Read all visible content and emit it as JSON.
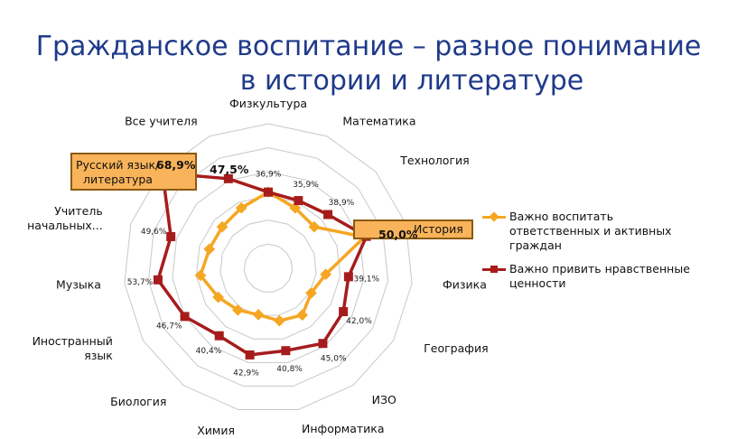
{
  "slide": {
    "title_line1": "Гражданское воспитание – разное понимание",
    "title_line2": "в истории и литературе"
  },
  "colors": {
    "title": "#1f3a8a",
    "series_orange": "#f5a623",
    "series_red": "#a61c1c",
    "grid": "#c8c8c8",
    "highlight_fill": "#f9b35a",
    "highlight_border": "#8a5a12"
  },
  "chart_data": {
    "type": "radar",
    "title": "",
    "grid": true,
    "legend_position": "right",
    "categories": [
      "Физкультура",
      "Математика",
      "Технология",
      "История",
      "Физика",
      "География",
      "ИЗО",
      "Информатика",
      "Химия",
      "Биология",
      "Иностранный язык",
      "Музыка",
      "Учитель начальных...",
      "Русский язык/ литература",
      "Все учителя"
    ],
    "category_display": [
      "Физкультура",
      "Математика",
      "Технология",
      "История",
      "Физика",
      "География",
      "ИЗО",
      "Информатика",
      "Химия",
      "Биология",
      "Иностранный|язык",
      "Музыка",
      "Учитель|начальных...",
      "",
      "Все учителя"
    ],
    "value_labels": [
      "36,9%",
      "35,9%",
      "38,9%",
      "50,0%",
      "39,1%",
      "42,0%",
      "45,0%",
      "40,8%",
      "42,9%",
      "40,4%",
      "46,7%",
      "53,7%",
      "49,6%",
      "68,9%",
      "47,5%"
    ],
    "series": [
      {
        "name": "Важно воспитать ответственных и активных граждан",
        "values": [
          36.9,
          32.0,
          30.0,
          49.0,
          28.0,
          24.0,
          28.0,
          26.0,
          23.0,
          25.0,
          28.0,
          33.0,
          30.0,
          30.0,
          32.0
        ]
      },
      {
        "name": "Важно привить нравственные ценности",
        "values": [
          36.9,
          35.9,
          38.9,
          50.0,
          39.1,
          42.0,
          45.0,
          40.8,
          42.9,
          40.4,
          46.7,
          53.7,
          49.6,
          68.9,
          47.5
        ]
      }
    ],
    "rlim": [
      0,
      70
    ]
  },
  "callouts": {
    "russian_label": "Русский язык/",
    "russian_label2": "литература",
    "russian_value": "68,9%",
    "history_label": "История",
    "history_value": "50,0%",
    "all_teachers_value": "47,5%"
  },
  "legend": {
    "items": [
      {
        "line1": "Важно воспитать",
        "line2": "ответственных и активных",
        "line3": "граждан"
      },
      {
        "line1": "Важно привить нравственные",
        "line2": "ценности",
        "line3": ""
      }
    ]
  }
}
